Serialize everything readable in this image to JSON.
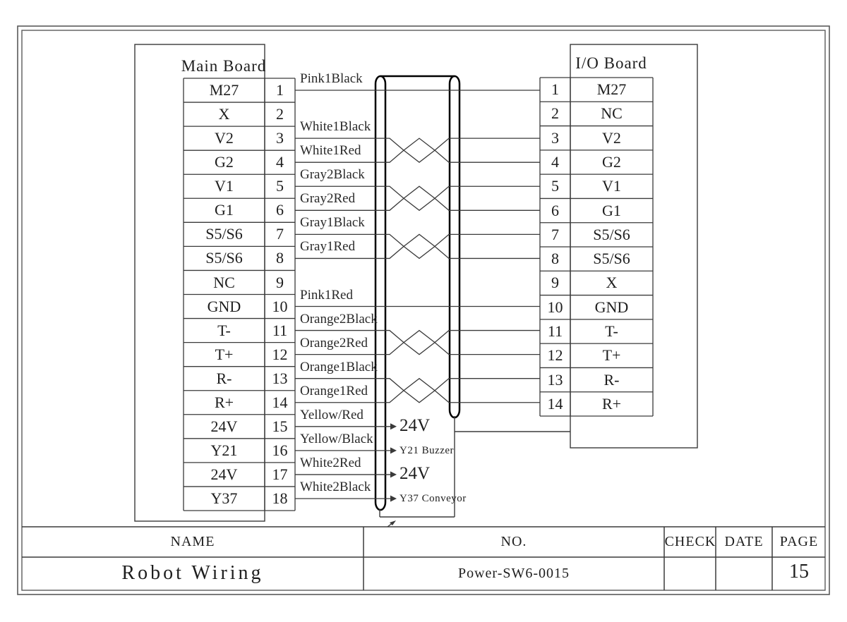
{
  "diagram": {
    "main_board": {
      "title": "Main Board",
      "pins": [
        {
          "no": "1",
          "label": "M27"
        },
        {
          "no": "2",
          "label": "X"
        },
        {
          "no": "3",
          "label": "V2"
        },
        {
          "no": "4",
          "label": "G2"
        },
        {
          "no": "5",
          "label": "V1"
        },
        {
          "no": "6",
          "label": "G1"
        },
        {
          "no": "7",
          "label": "S5/S6"
        },
        {
          "no": "8",
          "label": "S5/S6"
        },
        {
          "no": "9",
          "label": "NC"
        },
        {
          "no": "10",
          "label": "GND"
        },
        {
          "no": "11",
          "label": "T-"
        },
        {
          "no": "12",
          "label": "T+"
        },
        {
          "no": "13",
          "label": "R-"
        },
        {
          "no": "14",
          "label": "R+"
        },
        {
          "no": "15",
          "label": "24V"
        },
        {
          "no": "16",
          "label": "Y21"
        },
        {
          "no": "17",
          "label": "24V"
        },
        {
          "no": "18",
          "label": "Y37"
        }
      ]
    },
    "io_board": {
      "title": "I/O Board",
      "pins": [
        {
          "no": "1",
          "label": "M27"
        },
        {
          "no": "2",
          "label": "NC"
        },
        {
          "no": "3",
          "label": "V2"
        },
        {
          "no": "4",
          "label": "G2"
        },
        {
          "no": "5",
          "label": "V1"
        },
        {
          "no": "6",
          "label": "G1"
        },
        {
          "no": "7",
          "label": "S5/S6"
        },
        {
          "no": "8",
          "label": "S5/S6"
        },
        {
          "no": "9",
          "label": "X"
        },
        {
          "no": "10",
          "label": "GND"
        },
        {
          "no": "11",
          "label": "T-"
        },
        {
          "no": "12",
          "label": "T+"
        },
        {
          "no": "13",
          "label": "R-"
        },
        {
          "no": "14",
          "label": "R+"
        }
      ]
    },
    "wires": {
      "straight": [
        {
          "pin": 1,
          "label": "Pink1Black"
        },
        {
          "pin": 10,
          "label": "Pink1Red"
        }
      ],
      "twisted_pairs": [
        {
          "pins": [
            3,
            4
          ],
          "labels": [
            "White1Black",
            "White1Red"
          ]
        },
        {
          "pins": [
            5,
            6
          ],
          "labels": [
            "Gray2Black",
            "Gray2Red"
          ]
        },
        {
          "pins": [
            7,
            8
          ],
          "labels": [
            "Gray1Black",
            "Gray1Red"
          ]
        },
        {
          "pins": [
            11,
            12
          ],
          "labels": [
            "Orange2Black",
            "Orange2Red"
          ]
        },
        {
          "pins": [
            13,
            14
          ],
          "labels": [
            "Orange1Black",
            "Orange1Red"
          ]
        }
      ],
      "breakout": [
        {
          "pin": 15,
          "label": "Yellow/Red",
          "target": "24V"
        },
        {
          "pin": 16,
          "label": "Yellow/Black",
          "target": "Y21 Buzzer"
        },
        {
          "pin": 17,
          "label": "White2Red",
          "target": "24V"
        },
        {
          "pin": 18,
          "label": "White2Black",
          "target": "Y37 Conveyor"
        }
      ]
    }
  },
  "title_block": {
    "headers": {
      "name": "NAME",
      "no": "NO.",
      "check": "CHECK",
      "date": "DATE",
      "page": "PAGE"
    },
    "values": {
      "name": "Robot Wiring",
      "no": "Power-SW6-0015",
      "check": "",
      "date": "",
      "page": "15"
    }
  },
  "colors": {
    "line": "#3a3a3a",
    "cable": "#000000",
    "frame": "#5a5a5a",
    "text": "#1e1e1e",
    "background": "#ffffff"
  }
}
